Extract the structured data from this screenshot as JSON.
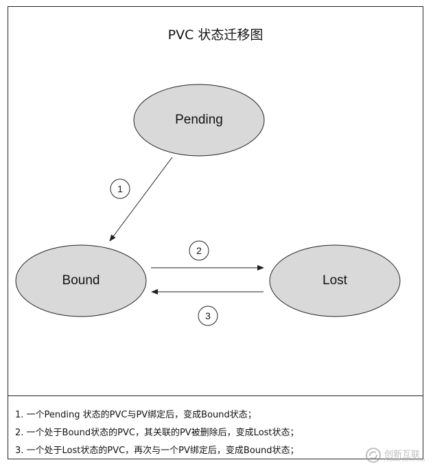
{
  "diagram": {
    "title": "PVC 状态迁移图",
    "nodes": {
      "pending": "Pending",
      "bound": "Bound",
      "lost": "Lost"
    },
    "transitions": [
      {
        "label": "1",
        "from": "Pending",
        "to": "Bound"
      },
      {
        "label": "2",
        "from": "Bound",
        "to": "Lost"
      },
      {
        "label": "3",
        "from": "Lost",
        "to": "Bound"
      }
    ],
    "colors": {
      "node_fill": "#d9d9d9",
      "stroke": "#222222",
      "background": "#ffffff"
    }
  },
  "legend": [
    "1. 一个Pending 状态的PVC与PV绑定后，变成Bound状态；",
    "2. 一个处于Bound状态的PVC，其关联的PV被删除后，变成Lost状态；",
    "3. 一个处于Lost状态的PVC，再次与一个PV绑定后，变成Bound状态；"
  ],
  "watermark": {
    "text": "创新互联",
    "subtext": "CHUANG XIN HU LIAN",
    "icon": "logo-swirl-icon"
  }
}
